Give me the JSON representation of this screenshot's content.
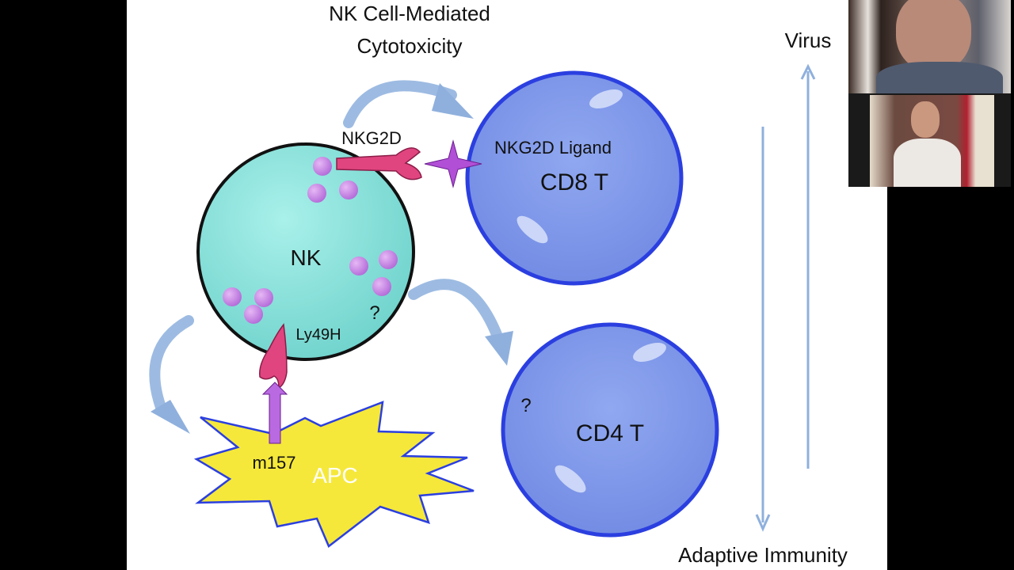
{
  "slide": {
    "title_line1": "NK Cell-Mediated",
    "title_line2": "Cytotoxicity",
    "labels": {
      "nkg2d": "NKG2D",
      "nkg2d_ligand": "NKG2D Ligand",
      "cd8": "CD8 T",
      "nk": "NK",
      "question_nk": "?",
      "ly49h": "Ly49H",
      "m157": "m157",
      "apc": "APC",
      "question_cd4": "?",
      "cd4": "CD4 T",
      "virus": "Virus",
      "adaptive": "Adaptive Immunity"
    },
    "colors": {
      "nk_cell": "#7fdcd6",
      "t_cell": "#7b95e8",
      "t_cell_border": "#2b3fe0",
      "granule": "#c07de0",
      "receptor": "#e0457f",
      "apc": "#f5e83a",
      "arrow": "#8fb0dd"
    }
  },
  "video_tiles": [
    {
      "participant": "presenter-1"
    },
    {
      "participant": "presenter-2"
    }
  ]
}
